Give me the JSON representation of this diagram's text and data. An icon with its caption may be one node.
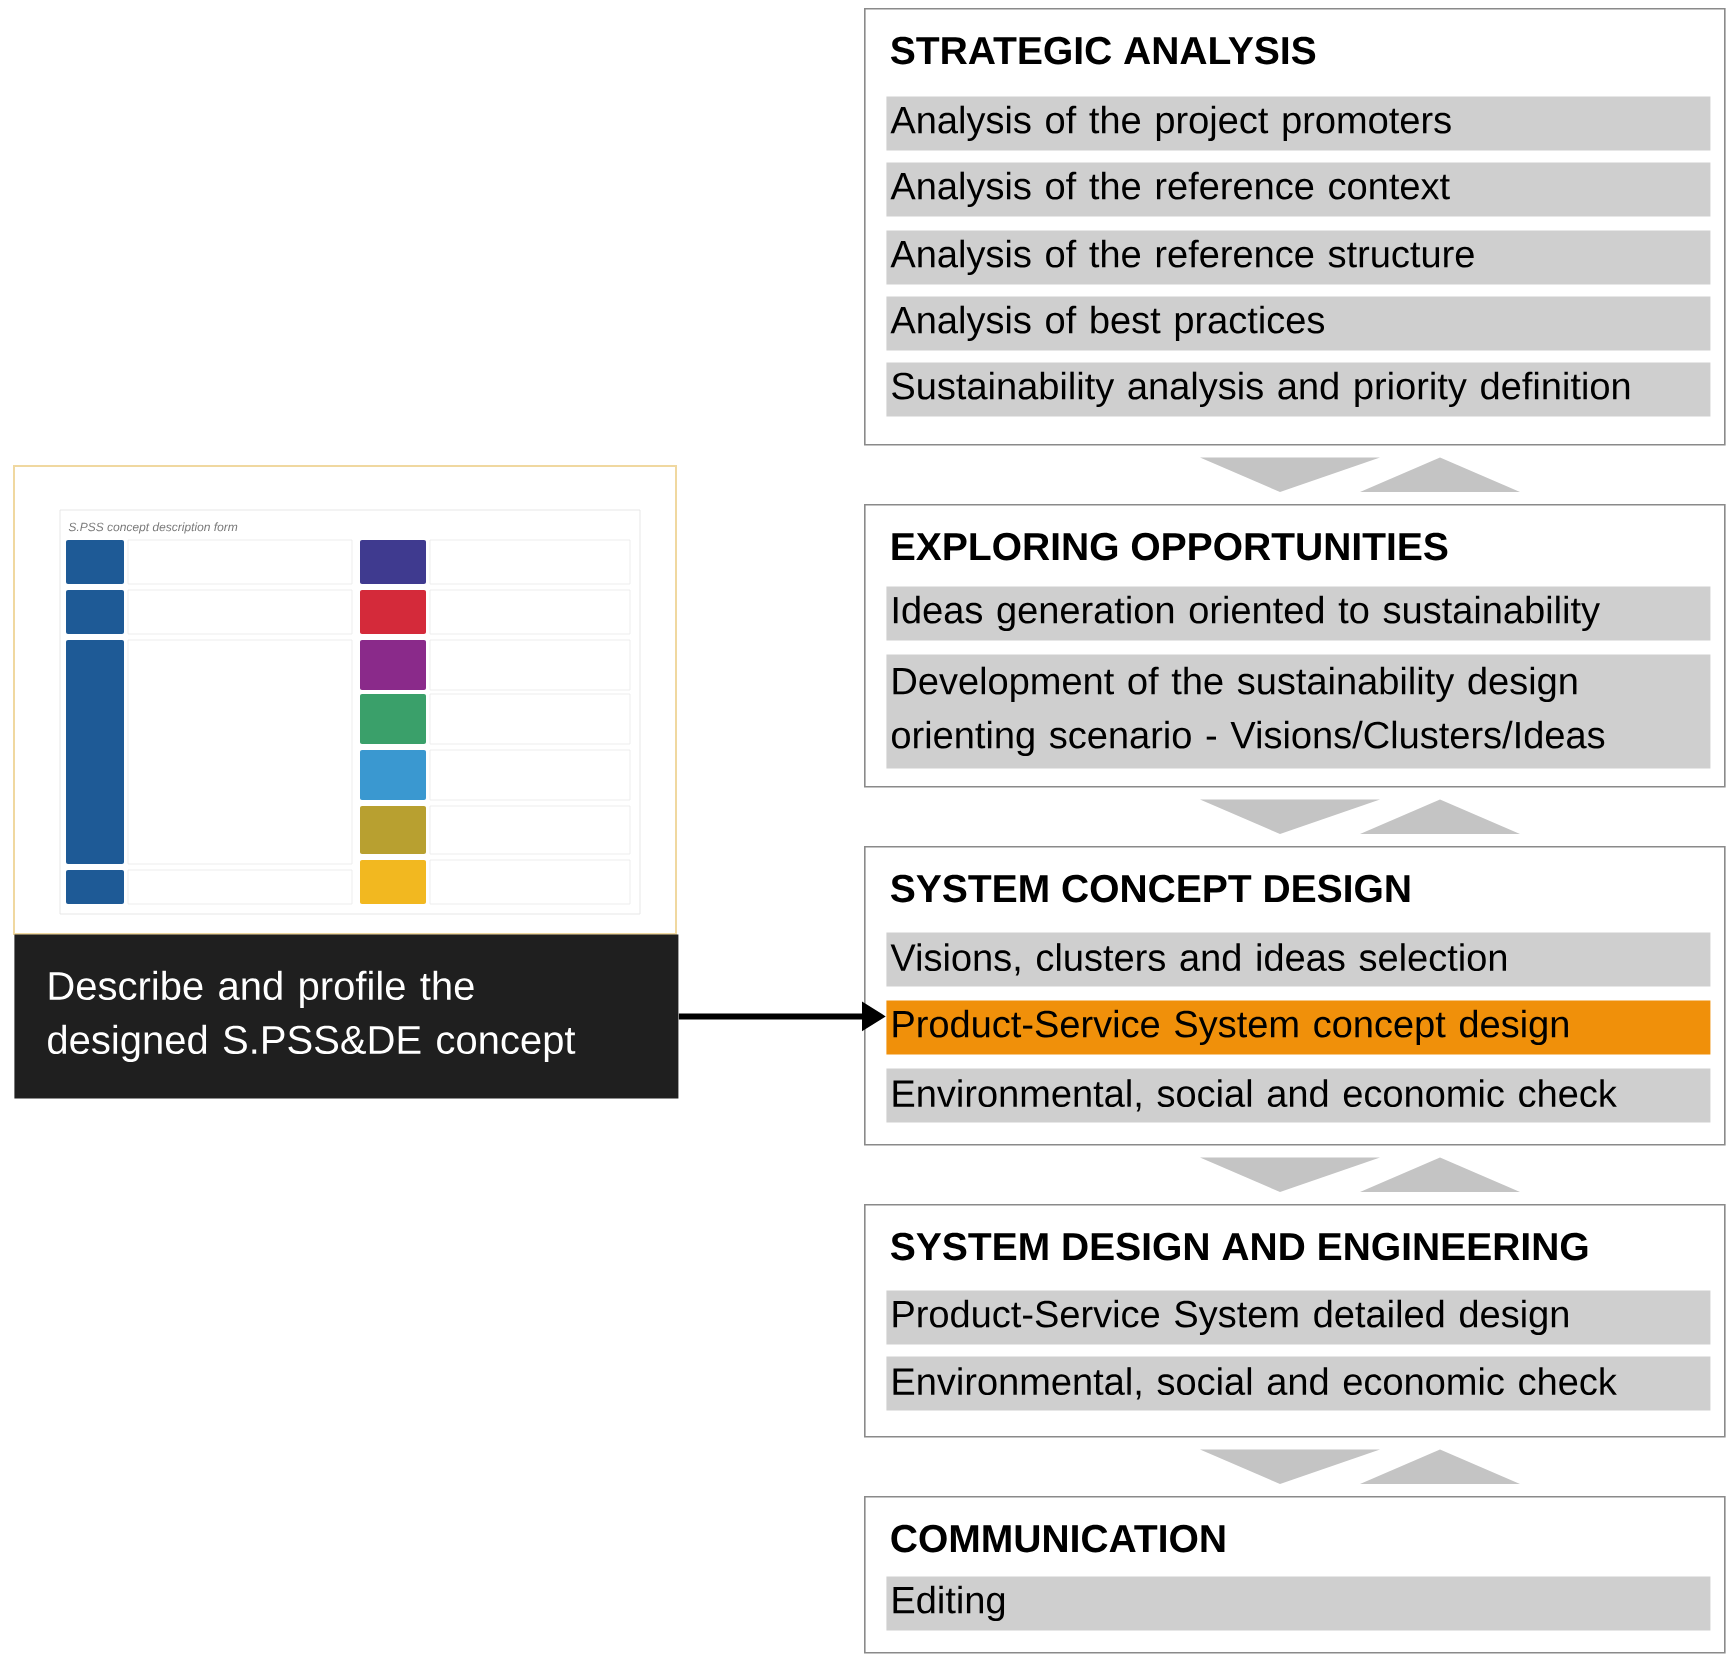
{
  "diagram": {
    "nodes": [
      {
        "text": [
          "Describe and profile the designed S.PSS&DE concept"
        ]
      },
      {
        "text": [
          "STRATEGIC ANALYSIS"
        ]
      },
      {
        "text": [
          "Analysis of the project promoters"
        ],
        "in": 1
      },
      {
        "text": [
          "Analysis of the reference context"
        ],
        "in": 1
      },
      {
        "text": [
          "Analysis of the reference structure"
        ],
        "in": 1
      },
      {
        "text": [
          "Analysis of best practices"
        ],
        "in": 1
      },
      {
        "text": [
          "Sustainability analysis and priority definition"
        ],
        "in": 1
      },
      {
        "text": [
          "EXPLORING OPPORTUNITIES"
        ]
      },
      {
        "text": [
          "Ideas generation oriented to sustainability"
        ],
        "in": 7
      },
      {
        "text": [
          "Development of the sustainability design orienting scenario - Visions/Clusters/Ideas"
        ],
        "in": 7
      },
      {
        "text": [
          "SYSTEM CONCEPT DESIGN"
        ]
      },
      {
        "text": [
          "Visions, clusters and ideas selection"
        ],
        "in": 10
      },
      {
        "text": [
          "Product-Service System concept design"
        ],
        "in": 10
      },
      {
        "text": [
          "Environmental, social and economic check"
        ],
        "in": 10
      },
      {
        "text": [
          "SYSTEM DESIGN AND ENGINEERING"
        ]
      },
      {
        "text": [
          "Product-Service System detailed design"
        ],
        "in": 14
      },
      {
        "text": [
          "Environmental, social and economic check"
        ],
        "in": 14
      },
      {
        "text": [
          "COMMUNICATION"
        ]
      },
      {
        "text": [
          "Editing"
        ],
        "in": 17
      }
    ],
    "edges": [
      {
        "from": 0,
        "to": 12,
        "arrow": "to"
      },
      {
        "from": 1,
        "to": 7,
        "arrow": "to"
      },
      {
        "from": 7,
        "to": 1,
        "arrow": "to"
      },
      {
        "from": 7,
        "to": 10,
        "arrow": "to"
      },
      {
        "from": 10,
        "to": 7,
        "arrow": "to"
      },
      {
        "from": 10,
        "to": 14,
        "arrow": "to"
      },
      {
        "from": 14,
        "to": 10,
        "arrow": "to"
      },
      {
        "from": 14,
        "to": 17,
        "arrow": "to"
      },
      {
        "from": 17,
        "to": 14,
        "arrow": "to"
      }
    ],
    "labels": [
      "S.PSS concept description form"
    ]
  }
}
